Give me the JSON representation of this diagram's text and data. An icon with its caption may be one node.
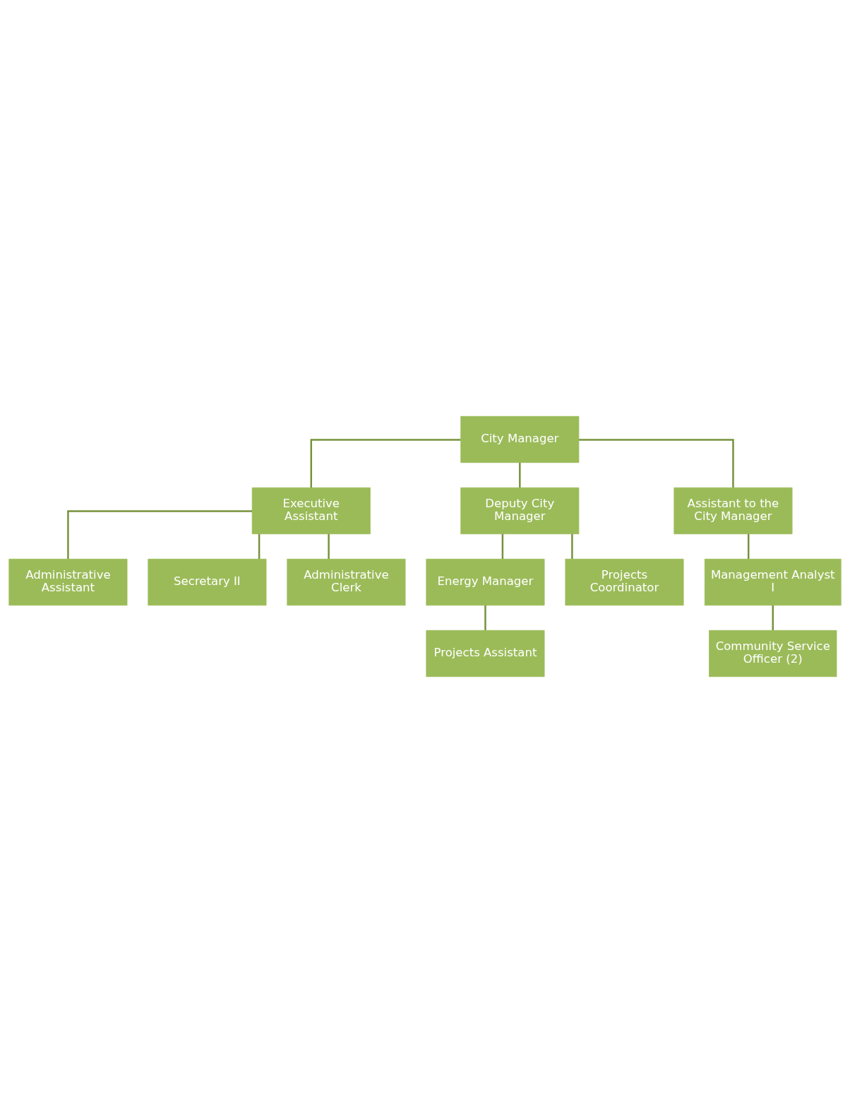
{
  "diagram": {
    "nodes": [
      {
        "text": [
          "City Manager"
        ]
      },
      {
        "text": [
          "Executive Assistant"
        ]
      },
      {
        "text": [
          "Administrative Assistant"
        ]
      },
      {
        "text": [
          "Secretary II"
        ]
      },
      {
        "text": [
          "Administrative Clerk"
        ]
      },
      {
        "text": [
          "Deputy City Manager"
        ]
      },
      {
        "text": [
          "Assistant to the City Manager"
        ]
      },
      {
        "text": [
          "Energy Manager"
        ]
      },
      {
        "text": [
          "Projects Coordinator"
        ]
      },
      {
        "text": [
          "Management Analyst I"
        ]
      },
      {
        "text": [
          "Projects Assistant"
        ]
      },
      {
        "text": [
          "Community Service Officer (2)"
        ]
      }
    ],
    "edges": [
      {
        "from": 0,
        "to": 1,
        "arrow": "none"
      },
      {
        "from": 1,
        "to": 2,
        "arrow": "none"
      },
      {
        "from": 1,
        "to": 3,
        "arrow": "none"
      },
      {
        "from": 1,
        "to": 4,
        "arrow": "none"
      },
      {
        "from": 0,
        "to": 5,
        "arrow": "none"
      },
      {
        "from": 0,
        "to": 6,
        "arrow": "none"
      },
      {
        "from": 5,
        "to": 7,
        "arrow": "none"
      },
      {
        "from": 5,
        "to": 8,
        "arrow": "none"
      },
      {
        "from": 6,
        "to": 9,
        "arrow": "none"
      },
      {
        "from": 7,
        "to": 10,
        "arrow": "none"
      },
      {
        "from": 9,
        "to": 11,
        "arrow": "none"
      }
    ]
  }
}
